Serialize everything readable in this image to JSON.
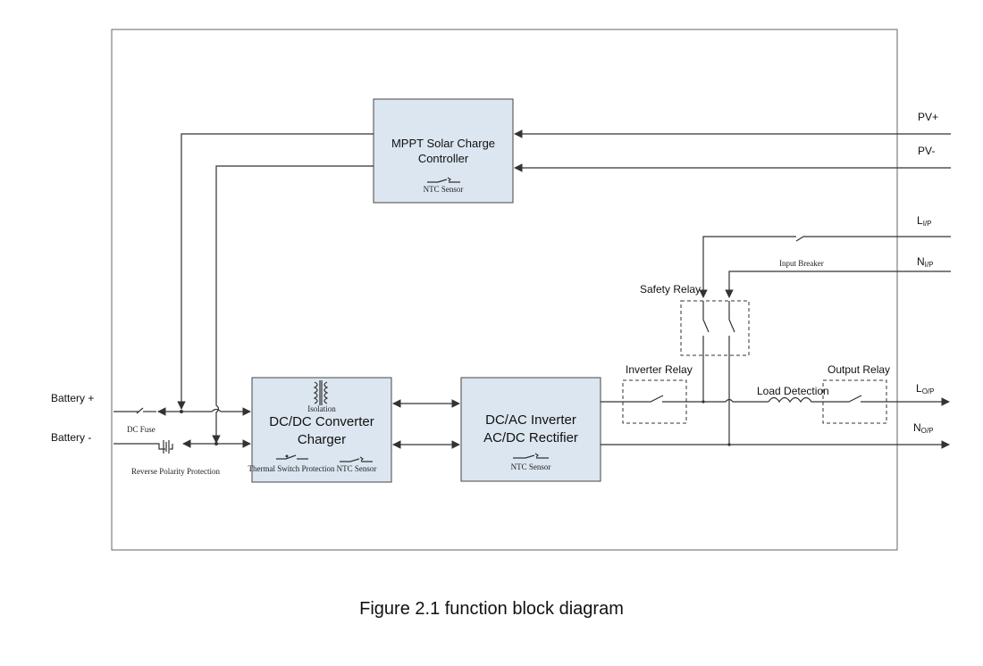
{
  "blocks": {
    "mppt": {
      "line1": "MPPT  Solar Charge",
      "line2": "Controller",
      "sensor": "NTC Sensor"
    },
    "dcdc": {
      "line1": "DC/DC Converter",
      "line2": "Charger",
      "isolation": "Isolation",
      "thermal": "Thermal Switch Protection",
      "sensor": "NTC Sensor"
    },
    "inverter": {
      "line1": "DC/AC Inverter",
      "line2": "AC/DC Rectifier",
      "sensor": "NTC Sensor"
    }
  },
  "ports": {
    "pv_plus": "PV+",
    "pv_minus": "PV-",
    "l_in": {
      "main": "L",
      "sub": "I/P"
    },
    "n_in": {
      "main": "N",
      "sub": "I/P"
    },
    "l_out": {
      "main": "L",
      "sub": "O/P"
    },
    "n_out": {
      "main": "N",
      "sub": "O/P"
    },
    "battery_plus": "Battery +",
    "battery_minus": "Battery -"
  },
  "labels": {
    "dc_fuse": "DC Fuse",
    "reverse_polarity": "Reverse Polarity Protection",
    "input_breaker": "Input Breaker",
    "safety_relay": "Safety Relay",
    "inverter_relay": "Inverter Relay",
    "load_detection": "Load Detection",
    "output_relay": "Output Relay"
  },
  "caption": "Figure 2.1 function block diagram"
}
